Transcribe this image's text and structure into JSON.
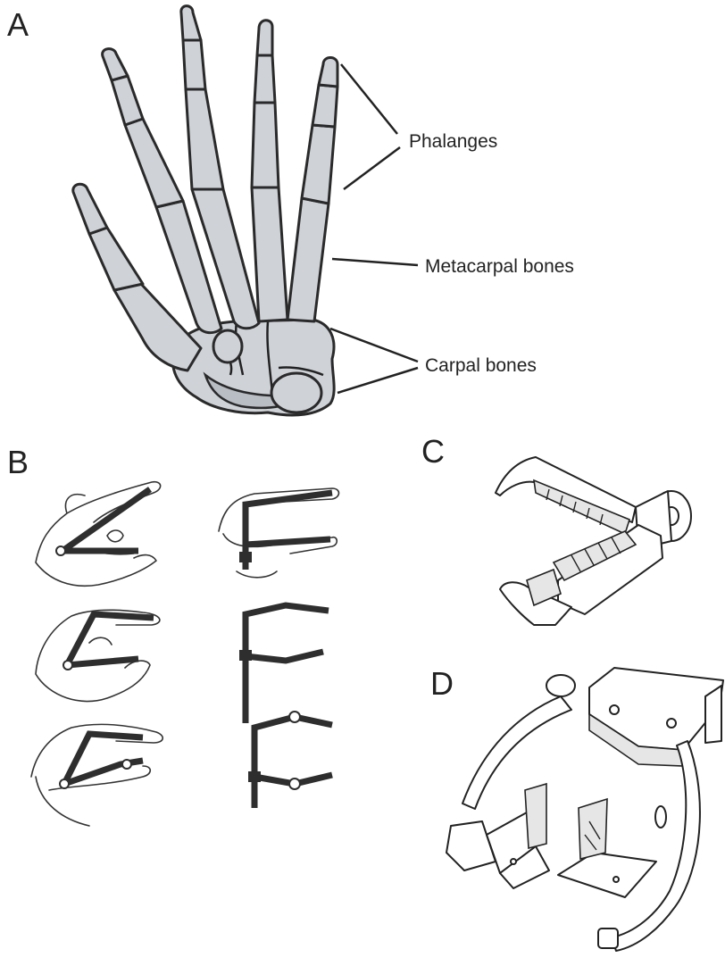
{
  "panels": {
    "a": {
      "label": "A"
    },
    "b": {
      "label": "B"
    },
    "c": {
      "label": "C"
    },
    "d": {
      "label": "D"
    }
  },
  "callouts": {
    "phalanges": "Phalanges",
    "metacarpal": "Metacarpal bones",
    "carpal": "Carpal bones"
  }
}
